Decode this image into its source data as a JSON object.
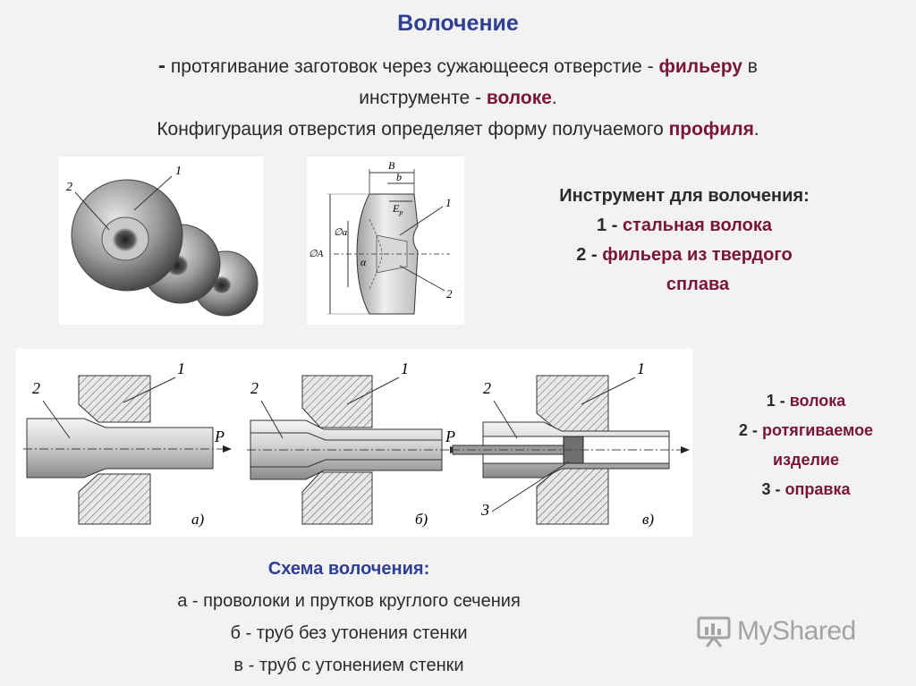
{
  "title": "Волочение",
  "intro": {
    "dash": "-",
    "line1_a": "протягивание заготовок через сужающееся отверстие -",
    "line1_kw": "фильеру",
    "line1_b": "в",
    "line2_a": "инструменте -",
    "line2_kw": "волоке",
    "line2_b": ".",
    "line3_a": "Конфигурация отверстия определяет форму получаемого",
    "line3_kw": "профиля",
    "line3_b": "."
  },
  "tool_photo": {
    "label_1": "1",
    "label_2": "2"
  },
  "tool_drawing": {
    "dim_B": "B",
    "dim_b": "b",
    "dim_E": "E",
    "dim_E_sub": "p",
    "dim_da": "∅a",
    "dim_dA": "∅A",
    "angle": "α",
    "label_1": "1",
    "label_2": "2"
  },
  "tool_info": {
    "heading": "Инструмент для волочения:",
    "item1_num": "1 -",
    "item1_text": "стальная волока",
    "item2_num": "2 -",
    "item2_text": "фильера из твердого",
    "item2_text_b": "сплава"
  },
  "schemes": {
    "a": {
      "caption": "а)",
      "label_1": "1",
      "label_2": "2",
      "force": "P"
    },
    "b": {
      "caption": "б)",
      "label_1": "1",
      "label_2": "2",
      "force": "P"
    },
    "c": {
      "caption": "в)",
      "label_1": "1",
      "label_2": "2",
      "label_3": "3"
    }
  },
  "legend": {
    "item1_num": "1 -",
    "item1_text": "волока",
    "item2_num": "2 -",
    "item2_text": "ротягиваемое",
    "item2_text_b": "изделие",
    "item3_num": "3 -",
    "item3_text": "оправка"
  },
  "scheme_text": {
    "title": "Схема волочения:",
    "line_a": "а - проволоки и прутков круглого сечения",
    "line_b": "б - труб без утонения стенки",
    "line_c": "в - труб с утонением стенки"
  },
  "logo": {
    "text": "MyShared",
    "icon": "presentation-board-icon"
  },
  "colors": {
    "title_blue": "#2e3f95",
    "keyword_maroon": "#7a1438"
  }
}
